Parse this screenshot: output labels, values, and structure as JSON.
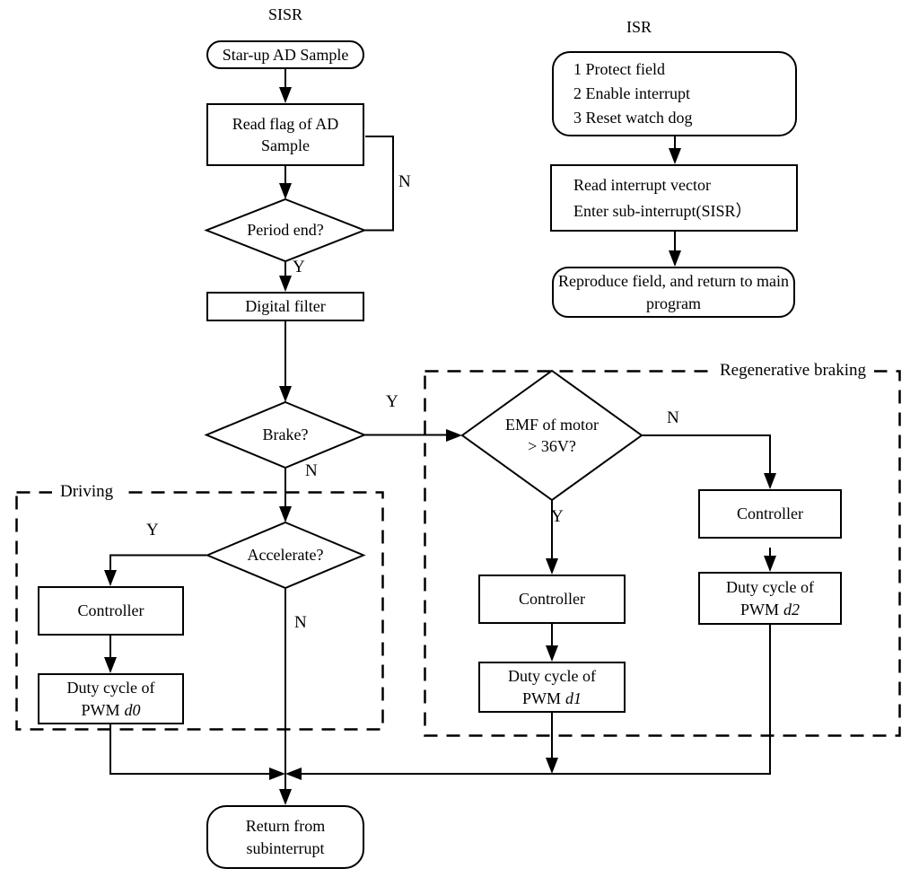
{
  "colors": {
    "ink": "#000000",
    "background": "#ffffff"
  },
  "sisr": {
    "title": "SISR",
    "nodes": {
      "start": {
        "text": "Star-up AD Sample"
      },
      "read_flag": {
        "text": "Read flag of AD Sample"
      },
      "period_end": {
        "text": "Period end?"
      },
      "digital_filter": {
        "text": "Digital filter"
      },
      "brake": {
        "text": "Brake?"
      },
      "accelerate": {
        "text": "Accelerate?"
      },
      "return_terminal": {
        "text": "Return from subinterrupt"
      }
    },
    "edge_labels": {
      "period_end_no": "N",
      "period_end_yes": "Y",
      "brake_yes": "Y",
      "brake_no": "N",
      "accelerate_yes": "Y",
      "accelerate_no": "N"
    }
  },
  "isr": {
    "title": "ISR",
    "nodes": {
      "prologue": {
        "line1": "1 Protect field",
        "line2": "2 Enable interrupt",
        "line3": "3 Reset watch dog"
      },
      "vector": {
        "line1": "Read interrupt vector",
        "line2": "Enter sub-interrupt(SISR）"
      },
      "epilogue": {
        "text": "Reproduce field, and return to main program"
      }
    }
  },
  "driving": {
    "label": "Driving",
    "nodes": {
      "controller": {
        "text": "Controller"
      },
      "duty_d0": {
        "line1": "Duty cycle of",
        "line2_prefix": "PWM",
        "var": "d0"
      }
    }
  },
  "regen": {
    "label": "Regenerative braking",
    "nodes": {
      "emf": {
        "line1": "EMF of motor",
        "line2": "> 36V?"
      },
      "controller_y": {
        "text": "Controller"
      },
      "duty_d1": {
        "line1": "Duty cycle of",
        "line2_prefix": "PWM",
        "var": "d1"
      },
      "controller_n": {
        "text": "Controller"
      },
      "duty_d2": {
        "line1": "Duty cycle of",
        "line2_prefix": "PWM",
        "var": "d2"
      }
    },
    "edge_labels": {
      "emf_yes": "Y",
      "emf_no": "N"
    }
  }
}
